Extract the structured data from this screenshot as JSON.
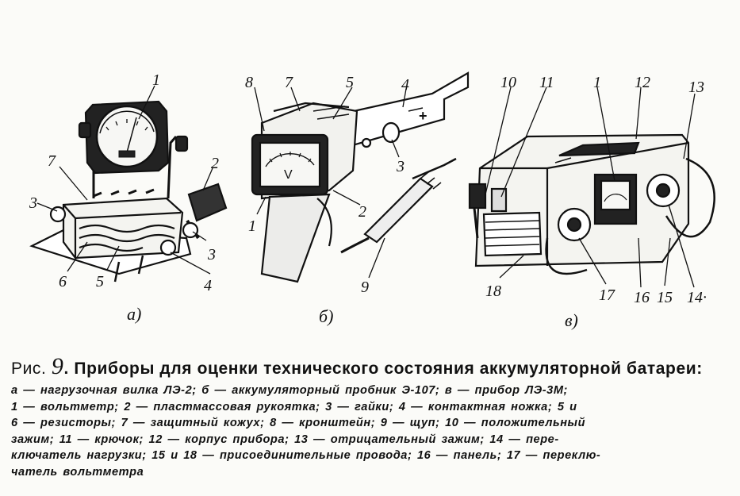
{
  "figure": {
    "panels": [
      {
        "id": "a",
        "letter": "а)",
        "callouts": [
          "1",
          "2",
          "3",
          "3",
          "4",
          "5",
          "6",
          "7"
        ]
      },
      {
        "id": "b",
        "letter": "б)",
        "callouts": [
          "8",
          "7",
          "5",
          "4",
          "3",
          "2",
          "1",
          "9"
        ]
      },
      {
        "id": "v",
        "letter": "в)",
        "callouts": [
          "10",
          "11",
          "1",
          "12",
          "13",
          "18",
          "17",
          "16",
          "15",
          "14·"
        ]
      }
    ],
    "meter_mark": "V",
    "plus_mark": "+"
  },
  "caption": {
    "prefix": "Рис.",
    "number": "9",
    "title": ". Приборы для оценки технического состояния аккумуляторной батареи:",
    "lines": [
      "а — нагрузочная вилка ЛЭ-2; б — аккумуляторный пробник Э-107; в — прибор ЛЭ-3М;",
      "1 — вольтметр; 2 — пластмассовая рукоятка; 3 — гайки; 4 — контактная ножка; 5 и",
      "6 — резисторы; 7 — защитный кожух; 8 — кронштейн; 9 — щуп; 10 — положительный",
      "зажим; 11 — крючок; 12 — корпус прибора; 13 — отрицательный зажим; 14 — пере-",
      "ключатель нагрузки; 15 и 18 — присоединительные провода; 16 — панель; 17 — переклю-",
      "чатель вольтметра"
    ]
  }
}
